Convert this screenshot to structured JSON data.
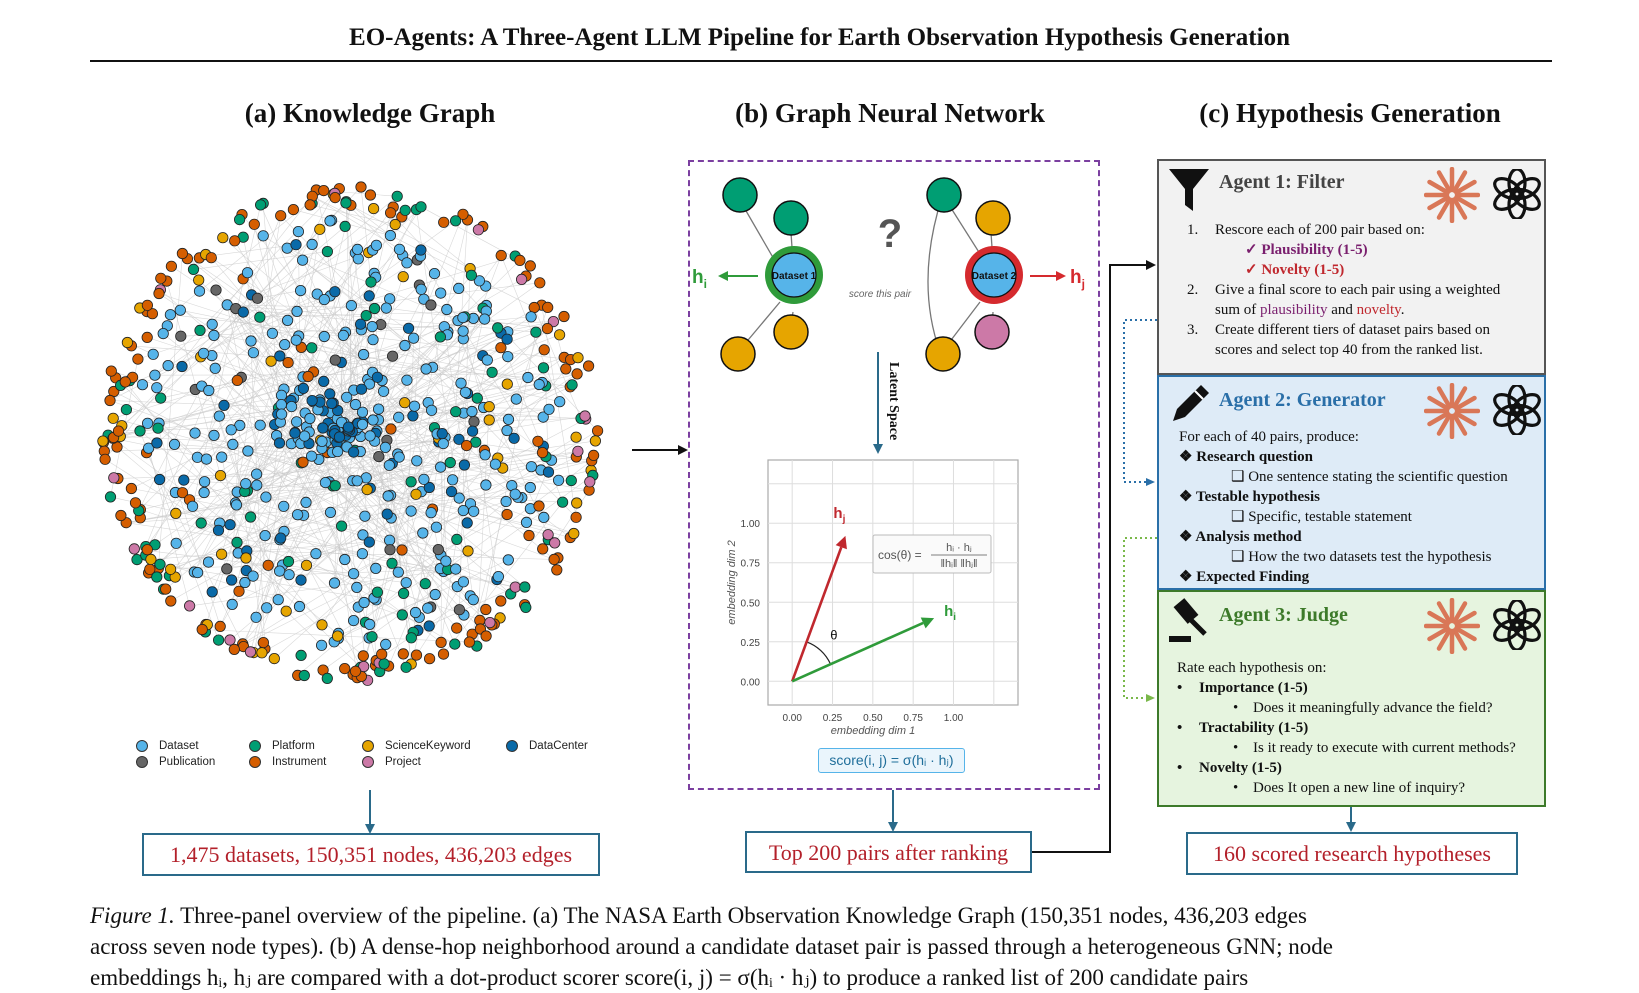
{
  "title": "EO-Agents: A Three-Agent LLM Pipeline for Earth Observation Hypothesis Generation",
  "panels": {
    "a": "(a) Knowledge Graph",
    "b": "(b) Graph Neural Network",
    "c": "(c) Hypothesis Generation"
  },
  "legend": [
    {
      "label": "Dataset",
      "color": "#56b4e9"
    },
    {
      "label": "Platform",
      "color": "#009e73"
    },
    {
      "label": "ScienceKeyword",
      "color": "#e6a500"
    },
    {
      "label": "DataCenter",
      "color": "#0a6aa8"
    },
    {
      "label": "Publication",
      "color": "#666666"
    },
    {
      "label": "Instrument",
      "color": "#d55e00"
    },
    {
      "label": "Project",
      "color": "#cc79a7"
    }
  ],
  "gnn": {
    "dataset1": "Dataset 1",
    "dataset2": "Dataset 2",
    "question_mark": "?",
    "score_pair": "score this pair",
    "hi": "h",
    "hi_sub": "i",
    "hj": "h",
    "hj_sub": "j",
    "latent": "Latent Space",
    "cos_formula_left": "cos(θ) =",
    "cos_num": "hᵢ · hⱼ",
    "cos_den": "‖hᵢ‖ ‖hⱼ‖",
    "theta": "θ",
    "score_formula": "score(i, j) = σ(hᵢ · hⱼ)"
  },
  "chart_data": {
    "type": "scatter",
    "title": "",
    "xlabel": "embedding dim 1",
    "ylabel": "embedding dim 2",
    "xlim": [
      -0.15,
      1.4
    ],
    "ylim": [
      -0.15,
      1.4
    ],
    "xticks": [
      "0.00",
      "0.25",
      "0.50",
      "0.75",
      "1.00"
    ],
    "yticks": [
      "0.00",
      "0.25",
      "0.50",
      "0.75",
      "1.00"
    ],
    "series": [
      {
        "name": "hj",
        "color": "#c0282e",
        "vector": [
          0.33,
          0.92
        ]
      },
      {
        "name": "hi",
        "color": "#2f9b3a",
        "vector": [
          0.88,
          0.4
        ]
      }
    ],
    "grid": true
  },
  "agents": [
    {
      "title": "Agent 1: Filter",
      "color": "#222222",
      "items": [
        {
          "num": "1.",
          "text": "Rescore each of 200 pair based on:"
        },
        {
          "check": "✓",
          "text": "Plausibility (1-5)",
          "color": "#7a1f6e"
        },
        {
          "check": "✓",
          "text": "Novelty (1-5)",
          "color": "#c0282e"
        },
        {
          "num": "2.",
          "text": "Give a final score to each pair using a weighted"
        },
        {
          "cont": "sum of ",
          "p": "plausibility",
          "and": " and ",
          "n": "novelty",
          "end": "."
        },
        {
          "num": "3.",
          "text": "Create different tiers of dataset pairs based on"
        },
        {
          "cont2": "scores and select top 40 from the ranked list."
        }
      ]
    },
    {
      "title": "Agent 2: Generator",
      "color": "#2a6fa8",
      "intro": "For each of 40 pairs, produce:",
      "items": [
        {
          "head": "Research question",
          "sub": "One sentence stating the scientific question"
        },
        {
          "head": "Testable hypothesis",
          "sub": "Specific, testable statement"
        },
        {
          "head": "Analysis method",
          "sub": "How the two datasets test the hypothesis"
        },
        {
          "head": "Expected Finding"
        }
      ]
    },
    {
      "title": "Agent 3: Judge",
      "color": "#3d7a2a",
      "intro": "Rate each hypothesis on:",
      "items": [
        {
          "head": "Importance (1-5)",
          "sub": "Does it meaningfully advance the field?"
        },
        {
          "head": "Tractability (1-5)",
          "sub": "Is it ready to execute with current methods?"
        },
        {
          "head": "Novelty (1-5)",
          "sub": "Does It open a new line of inquiry?"
        }
      ]
    }
  ],
  "outputs": {
    "a": "1,475 datasets, 150,351 nodes, 436,203 edges",
    "b": "Top 200 pairs after ranking",
    "c": "160 scored research hypotheses"
  },
  "caption": {
    "label": "Figure 1.",
    "line1": "Three-panel overview of the pipeline. (a) The NASA Earth Observation Knowledge Graph (150,351 nodes, 436,203 edges",
    "line2": "across seven node types). (b) A dense-hop neighborhood around a candidate dataset pair is passed through a heterogeneous GNN; node",
    "line3": "embeddings hᵢ, hⱼ are compared with a dot-product scorer score(i, j) = σ(hᵢ · hⱼ) to produce a ranked list of 200 candidate pairs"
  }
}
